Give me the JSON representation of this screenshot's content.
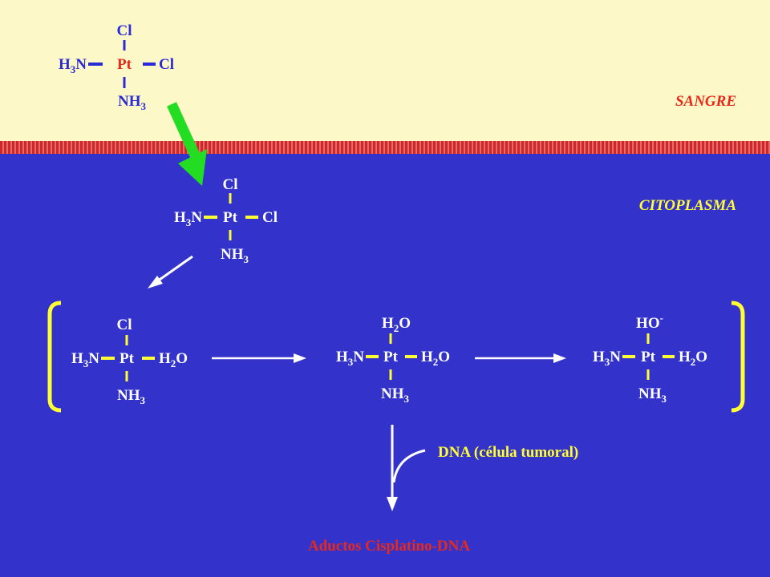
{
  "compartments": {
    "blood": "SANGRE",
    "cytoplasm": "CITOPLASMA"
  },
  "molecules": {
    "blood_cisplatin": {
      "top": "Cl",
      "left": "H",
      "left_sub": "3",
      "left_tail": "N",
      "center": "Pt",
      "right": "Cl",
      "bottom": "NH",
      "bottom_sub": "3"
    },
    "cell_cisplatin": {
      "top": "Cl",
      "left": "H",
      "left_sub": "3",
      "left_tail": "N",
      "center": "Pt",
      "right": "Cl",
      "bottom": "NH",
      "bottom_sub": "3"
    },
    "monoaqua": {
      "top": "Cl",
      "left": "H",
      "left_sub": "3",
      "left_tail": "N",
      "center": "Pt",
      "right": "H",
      "right_sub": "2",
      "right_tail": "O",
      "bottom": "NH",
      "bottom_sub": "3"
    },
    "diaqua": {
      "top": "H",
      "top_sub": "2",
      "top_tail": "O",
      "left": "H",
      "left_sub": "3",
      "left_tail": "N",
      "center": "Pt",
      "right": "H",
      "right_sub": "2",
      "right_tail": "O",
      "bottom": "NH",
      "bottom_sub": "3"
    },
    "hydroxo": {
      "top": "HO",
      "top_sup": "-",
      "left": "H",
      "left_sub": "3",
      "left_tail": "N",
      "center": "Pt",
      "right": "H",
      "right_sub": "2",
      "right_tail": "O",
      "bottom": "NH",
      "bottom_sub": "3"
    }
  },
  "dna_label": "DNA (célula tumoral)",
  "product_label": "Aductos Cisplatino-DNA",
  "colors": {
    "blood_background": "#fdf8c8",
    "cytoplasm_background": "#3333cc",
    "compartment_label": "#e8291a",
    "cytoplasm_label": "#ffff33",
    "transport_arrow": "#22dd22",
    "product_label": "#e8291a"
  }
}
